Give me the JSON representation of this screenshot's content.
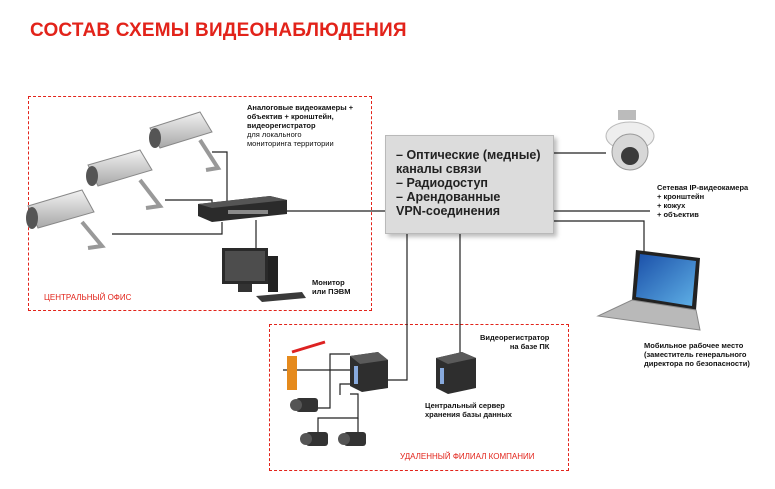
{
  "title": "СОСТАВ СХЕМЫ ВИДЕОНАБЛЮДЕНИЯ",
  "zones": {
    "central_office": "ЦЕНТРАЛЬНЫЙ ОФИС",
    "remote_branch": "УДАЛЕННЫЙ ФИЛИАЛ КОМПАНИИ"
  },
  "hub": {
    "items": [
      "Оптические (медные)",
      "каналы связи",
      "Радиодоступ",
      "Арендованные",
      "VPN-соединения"
    ]
  },
  "labels": {
    "analog_cameras": {
      "line1": "Аналоговые видеокамеры +",
      "line2": "объектив + кронштейн,",
      "line3": "видеорегистратор",
      "line4": "для локального",
      "line5": "мониторинга территории"
    },
    "monitor": {
      "line1": "Монитор",
      "line2": "или ПЭВМ"
    },
    "ip_camera": {
      "line1": "Сетевая IP-видеокамера",
      "line2": "+ кронштейн",
      "line3": "+ кожух",
      "line4": "+ объектив"
    },
    "mobile": {
      "line1": "Мобильное рабочее место",
      "line2": "(заместитель генерального",
      "line3": "директора по безопасности)"
    },
    "pc_recorder": {
      "line1": "Видеорегистратор",
      "line2": "на базе ПК"
    },
    "storage_server": {
      "line1": "Центральный сервер",
      "line2": "хранения базы данных"
    }
  },
  "colors": {
    "accent": "#e2231a",
    "hub_bg": "#dcdcdc",
    "line": "#222222"
  }
}
